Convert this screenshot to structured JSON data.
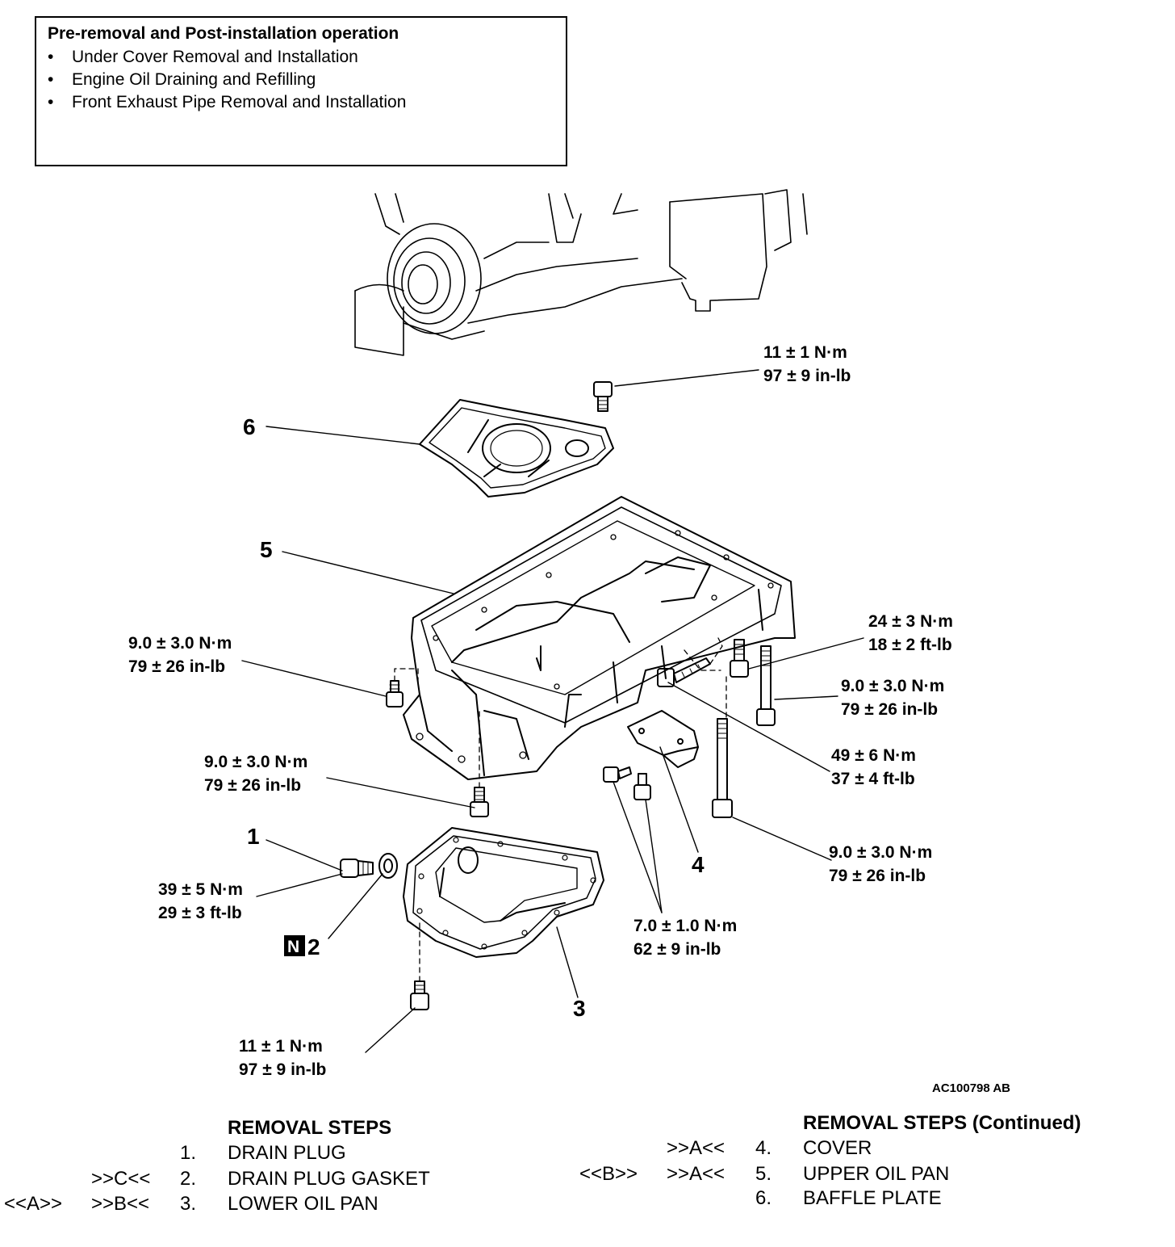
{
  "operations": {
    "title": "Pre-removal and Post-installation operation",
    "bullet": "•",
    "items": [
      "Under Cover Removal and Installation",
      "Engine Oil Draining and Refilling",
      "Front Exhaust Pipe Removal and Installation"
    ]
  },
  "callouts": {
    "c1": "1",
    "c2": "2",
    "c3": "3",
    "c4": "4",
    "c5": "5",
    "c6": "6",
    "new_mark": "N"
  },
  "torques": {
    "baffle_bolt": [
      "11 ± 1 N·m",
      "97 ± 9 in-lb"
    ],
    "upper_left": [
      "9.0 ± 3.0 N·m",
      "79 ± 26 in-lb"
    ],
    "upper_right_a": [
      "24 ± 3 N·m",
      "18 ± 2 ft-lb"
    ],
    "upper_right_b": [
      "9.0 ± 3.0 N·m",
      "79 ± 26 in-lb"
    ],
    "upper_center": [
      "9.0 ± 3.0 N·m",
      "79 ± 26 in-lb"
    ],
    "upper_long": [
      "49 ± 6 N·m",
      "37 ± 4 ft-lb"
    ],
    "drain_plug": [
      "39 ± 5 N·m",
      "29 ± 3 ft-lb"
    ],
    "cover": [
      "7.0 ± 1.0 N·m",
      "62 ± 9 in-lb"
    ],
    "lower_right": [
      "9.0 ± 3.0 N·m",
      "79 ± 26 in-lb"
    ],
    "lower_pan": [
      "11 ± 1 N·m",
      "97 ± 9 in-lb"
    ]
  },
  "figure_code": "AC100798 AB",
  "removal_steps": {
    "title": "REMOVAL STEPS",
    "steps": [
      {
        "inst": "",
        "rem": "",
        "num": "1.",
        "label": "DRAIN PLUG"
      },
      {
        "inst": "",
        "rem": ">>C<<",
        "num": "2.",
        "label": "DRAIN PLUG GASKET"
      },
      {
        "inst": "<<A>>",
        "rem": ">>B<<",
        "num": "3.",
        "label": "LOWER OIL PAN"
      }
    ]
  },
  "removal_steps_cont": {
    "title": "REMOVAL STEPS (Continued)",
    "steps": [
      {
        "inst": "",
        "rem": ">>A<<",
        "num": "4.",
        "label": "COVER"
      },
      {
        "inst": "<<B>>",
        "rem": ">>A<<",
        "num": "5.",
        "label": "UPPER OIL PAN"
      },
      {
        "inst": "",
        "rem": "",
        "num": "6.",
        "label": "BAFFLE PLATE"
      }
    ]
  }
}
